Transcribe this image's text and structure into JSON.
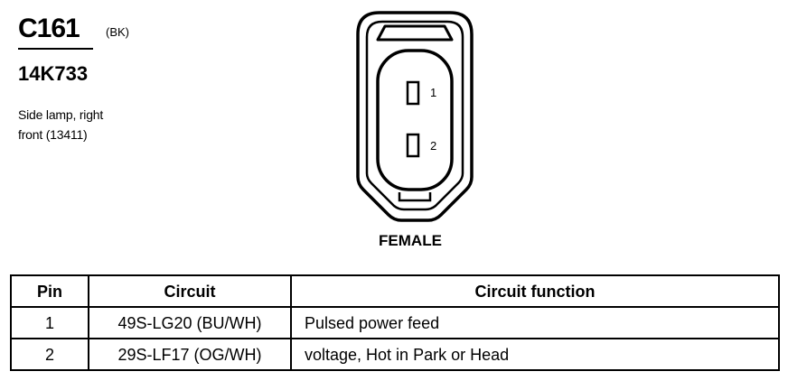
{
  "connector": {
    "id": "C161",
    "color_code": "(BK)",
    "part_number": "14K733",
    "description_lines": [
      "Side lamp, right",
      "front (13411)"
    ],
    "gender": "FEMALE",
    "pin_labels": [
      "1",
      "2"
    ]
  },
  "table": {
    "headers": {
      "pin": "Pin",
      "circuit": "Circuit",
      "function": "Circuit function"
    },
    "rows": [
      {
        "pin": "1",
        "circuit": "49S-LG20 (BU/WH)",
        "function": "Pulsed power feed"
      },
      {
        "pin": "2",
        "circuit": "29S-LF17 (OG/WH)",
        "function": "voltage, Hot in Park or Head"
      }
    ]
  }
}
